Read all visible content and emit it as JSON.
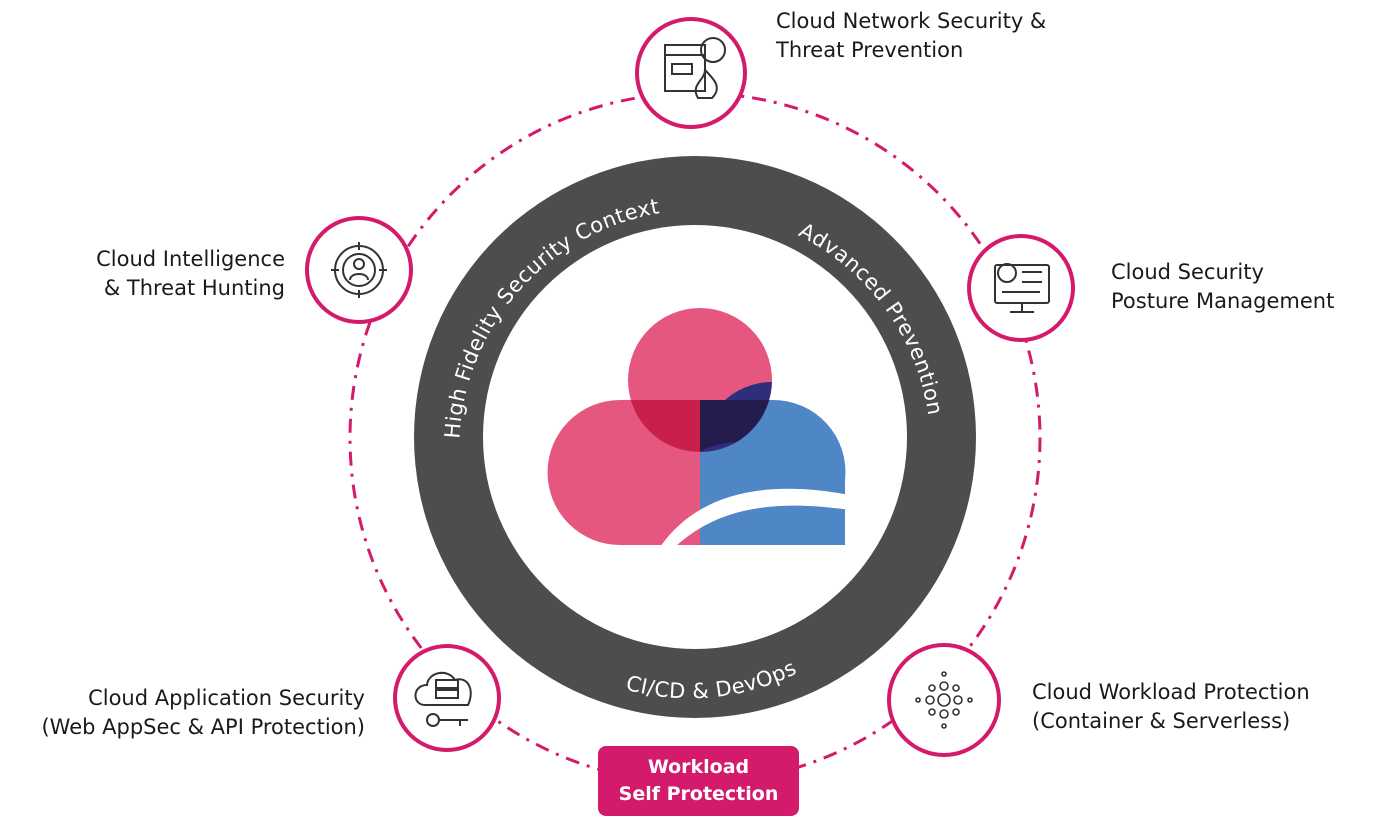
{
  "colors": {
    "accent": "#d41a6b",
    "ring": "#4d4d4f",
    "dashed": "#d41a6b",
    "cloud_pink": "#e5577f",
    "cloud_red": "#c8204a",
    "cloud_blue": "#4f86c6",
    "cloud_navy": "#2e2f7a",
    "cloud_dark": "#231c4d"
  },
  "ring_text": {
    "top_left": "High Fidelity Security Context",
    "top_right": "Advanced Prevention",
    "bottom": "CI/CD & DevOps"
  },
  "nodes": [
    {
      "id": "network",
      "icon": "firewall-globe-icon",
      "lines": [
        "Cloud Network Security &",
        "Threat Prevention"
      ]
    },
    {
      "id": "posture",
      "icon": "monitor-dashboard-icon",
      "lines": [
        "Cloud Security",
        "Posture Management"
      ]
    },
    {
      "id": "workload",
      "icon": "container-dots-icon",
      "lines": [
        "Cloud Workload Protection",
        "(Container & Serverless)"
      ]
    },
    {
      "id": "appsec",
      "icon": "cloud-server-key-icon",
      "lines": [
        "Cloud Application Security",
        "(Web AppSec & API Protection)"
      ]
    },
    {
      "id": "intel",
      "icon": "target-person-icon",
      "lines": [
        "Cloud Intelligence",
        "& Threat Hunting"
      ]
    }
  ],
  "badge": {
    "lines": [
      "Workload",
      "Self Protection"
    ]
  }
}
